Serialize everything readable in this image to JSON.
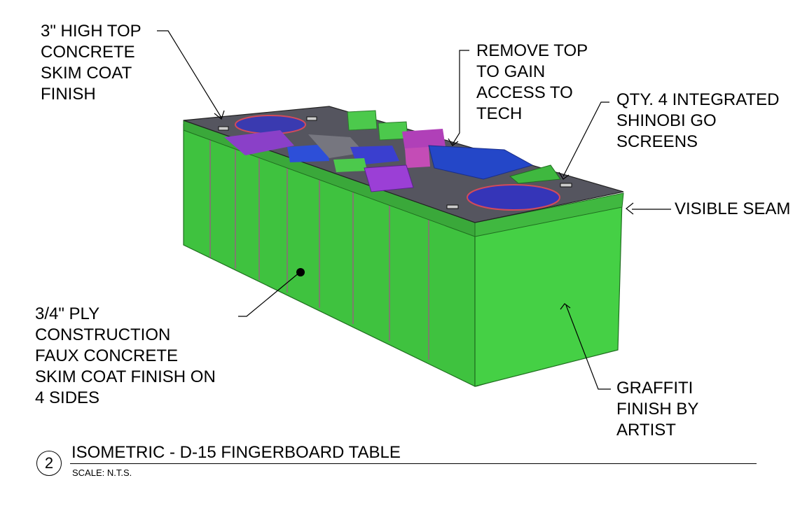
{
  "callouts": {
    "top_finish": "3\" HIGH TOP\nCONCRETE\nSKIM COAT\nFINISH",
    "remove_top": "REMOVE TOP\nTO GAIN\nACCESS TO\nTECH",
    "screens": "QTY. 4 INTEGRATED\nSHINOBI GO\nSCREENS",
    "seam": "VISIBLE SEAM",
    "ply": "3/4\" PLY\nCONSTRUCTION\nFAUX CONCRETE\nSKIM COAT FINISH ON\n4 SIDES",
    "graffiti": "GRAFFITI\nFINISH BY\nARTIST"
  },
  "title_block": {
    "number": "2",
    "title": "ISOMETRIC - D-15 FINGERBOARD TABLE",
    "scale": "SCALE: N.T.S."
  },
  "colors": {
    "body_green": "#3fc23f",
    "end_green": "#45d045",
    "top_grey": "#55555f",
    "obstacle_purple": "#9b3fd6",
    "obstacle_blue": "#2d4fd8",
    "obstacle_green": "#4cc94c"
  }
}
